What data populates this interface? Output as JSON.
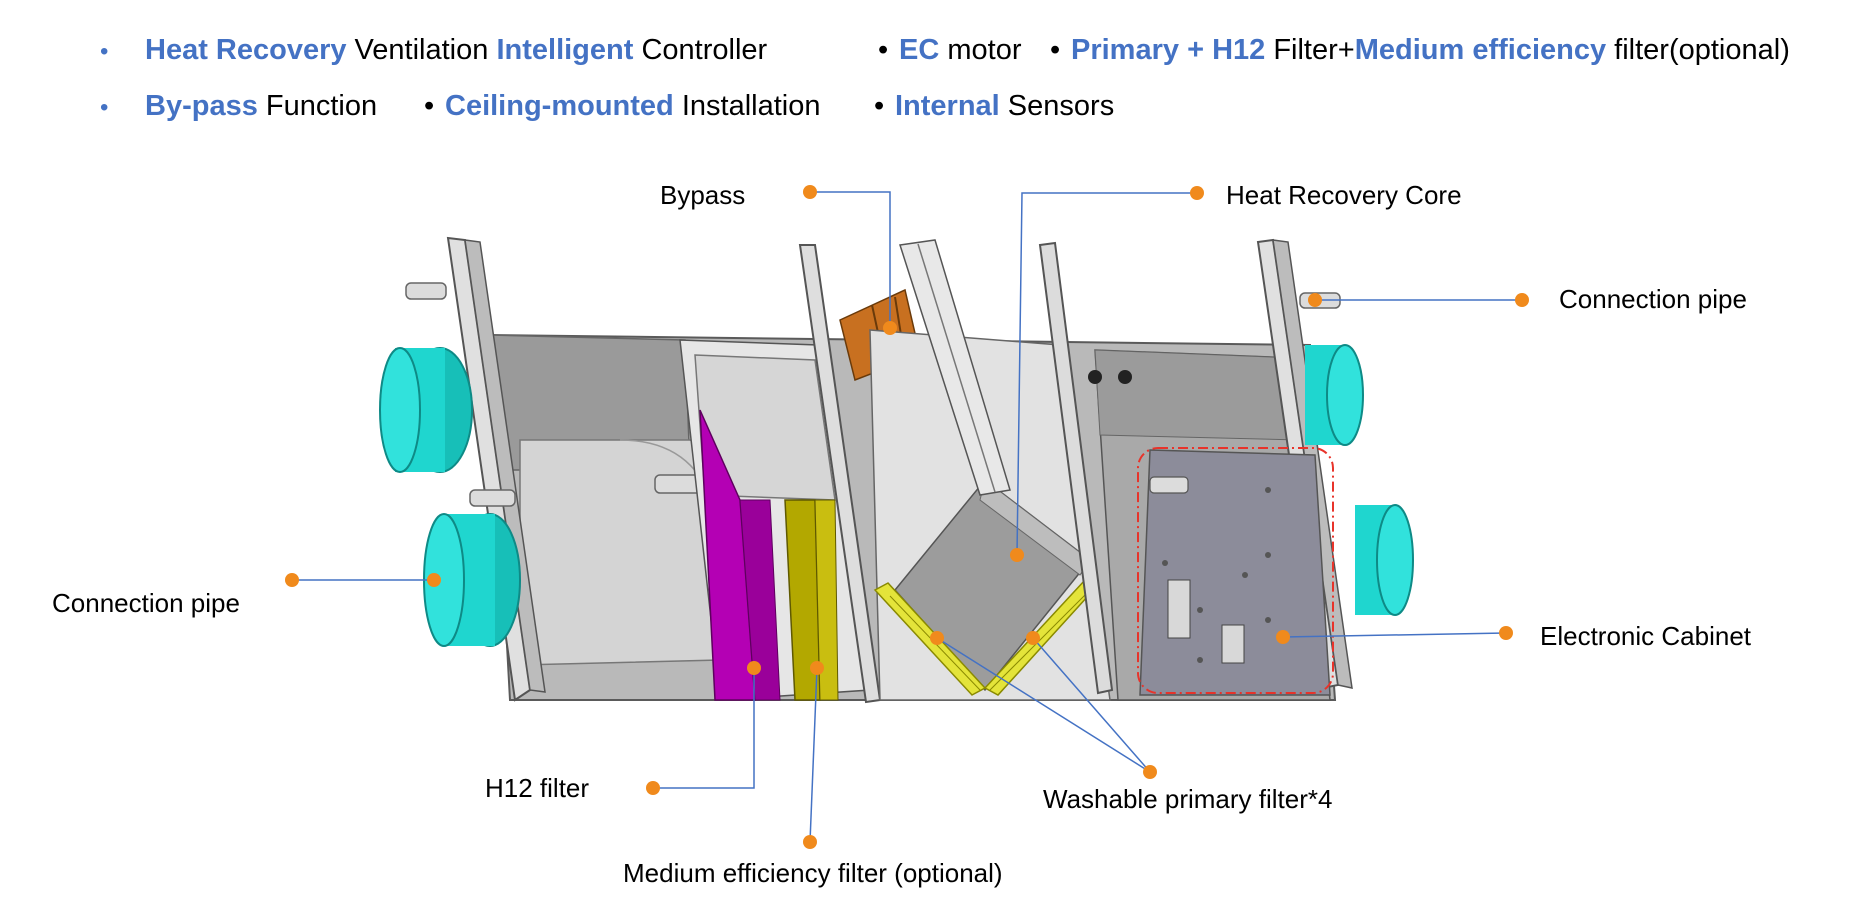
{
  "features": {
    "line1": [
      {
        "bullet": "•",
        "highlight": "Heat Recovery",
        "text1": " Ventilation ",
        "highlight2": "Intelligent",
        "text2": " Controller"
      },
      {
        "bullet": "•",
        "highlight": "EC",
        "text1": " motor",
        "highlight2": "",
        "text2": ""
      },
      {
        "bullet": "•",
        "highlight": "Primary + H12",
        "text1": " Filter+",
        "highlight2": "Medium efficiency",
        "text2": " filter(optional)"
      }
    ],
    "line2": [
      {
        "bullet": "•",
        "highlight": "By-pass",
        "text1": " Function"
      },
      {
        "bullet": "•",
        "highlight": "Ceiling-mounted",
        "text1": " Installation"
      },
      {
        "bullet": "•",
        "highlight": "Internal",
        "text1": " Sensors"
      }
    ]
  },
  "labels": {
    "bypass": "Bypass",
    "heat_recovery_core": "Heat Recovery Core",
    "connection_pipe_right": "Connection pipe",
    "connection_pipe_left": "Connection pipe",
    "electronic_cabinet": "Electronic Cabinet",
    "h12_filter": "H12 filter",
    "washable_primary_filter": "Washable primary filter*4",
    "medium_efficiency_filter": "Medium efficiency filter (optional)"
  },
  "colors": {
    "accent_blue": "#4472c4",
    "callout_dot": "#f08a1c",
    "duct_cyan": "#1ccfc8",
    "h12_magenta": "#b400b4",
    "medium_filter_olive": "#b3a800",
    "primary_filter_yellow": "#e4e43a",
    "bypass_orange": "#c87020",
    "cabinet_border_red": "#e8332a"
  }
}
